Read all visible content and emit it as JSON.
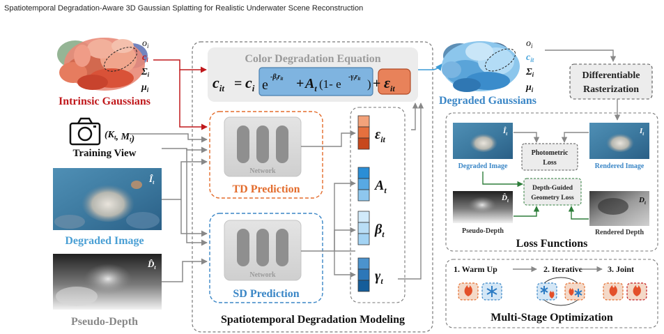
{
  "header": {
    "title": "Spatiotemporal Degradation-Aware 3D Gaussian Splatting for Realistic Underwater Scene Reconstruction"
  },
  "colors": {
    "red": "#c0191c",
    "blue": "#3a86c6",
    "orange": "#e36c2c",
    "green": "#2d7d3a",
    "gray": "#8a8a8a",
    "equation_box": "#7fb4e0",
    "eps_box": "#e8825a"
  },
  "left": {
    "intrinsic_params": [
      "o",
      "c",
      "Σ",
      "μ"
    ],
    "param_subscript": "i",
    "intrinsic_label": "Intrinsic Gaussians",
    "camera_params": "(K, M)",
    "camera_param_subscript": "t",
    "training_view_label": "Training View",
    "degraded_image_label": "Degraded Image",
    "degraded_image_symbol": "Î",
    "pseudo_depth_label": "Pseudo-Depth",
    "pseudo_depth_symbol": "D̂",
    "image_subscript": "t"
  },
  "middle": {
    "equation_title": "Color Degradation Equation",
    "equation": {
      "lhs": "c",
      "lhs_sub": "it",
      "eq": " = ",
      "c": "c",
      "c_sub": "i",
      "exp1": "e",
      "exp1_sup": "-β",
      "exp1_sup_sub": "t",
      "exp1_sup_r": "r",
      "exp1_sup_r_sub": "it",
      "plus1": "+",
      "A": "A",
      "A_sub": "t",
      "paren_open": "(1- e",
      "exp2_sup": "-γ",
      "exp2_sup_sub": "t",
      "exp2_sup_r": "r",
      "exp2_sup_r_sub": "it",
      "paren_close": ")",
      "plus2": "+",
      "eps": "ε",
      "eps_sub": "it"
    },
    "network_label": "Network",
    "td_label": "TD Prediction",
    "sd_label": "SD Prediction",
    "params": [
      {
        "symbol": "ε",
        "sub": "it"
      },
      {
        "symbol": "A",
        "sub": "t"
      },
      {
        "symbol": "β",
        "sub": "t"
      },
      {
        "symbol": "γ",
        "sub": "t"
      }
    ],
    "section_label": "Spatiotemporal Degradation Modeling"
  },
  "right": {
    "degraded_params": [
      "o",
      "c",
      "Σ",
      "μ"
    ],
    "degraded_c_sub": "it",
    "param_subscript": "i",
    "degraded_label": "Degraded Gaussians",
    "rasterization_label_1": "Differentiable",
    "rasterization_label_2": "Rasterization",
    "loss": {
      "degraded_image_label": "Degraded Image",
      "rendered_image_label": "Rendered Image",
      "pseudo_depth_label": "Pseudo-Depth",
      "rendered_depth_label": "Rendered Depth",
      "photometric_1": "Photometric",
      "photometric_2": "Loss",
      "depth_1": "Depth-Guided",
      "depth_2": "Geometry Loss",
      "section_label": "Loss Functions",
      "sym_I_hat": "Î",
      "sym_I": "I",
      "sym_D_hat": "D̂",
      "sym_D": "D",
      "sub": "t"
    },
    "stages": {
      "s1": "1. Warm Up",
      "s2": "2. Iterative",
      "s3": "3. Joint",
      "section_label": "Multi-Stage Optimization"
    }
  }
}
